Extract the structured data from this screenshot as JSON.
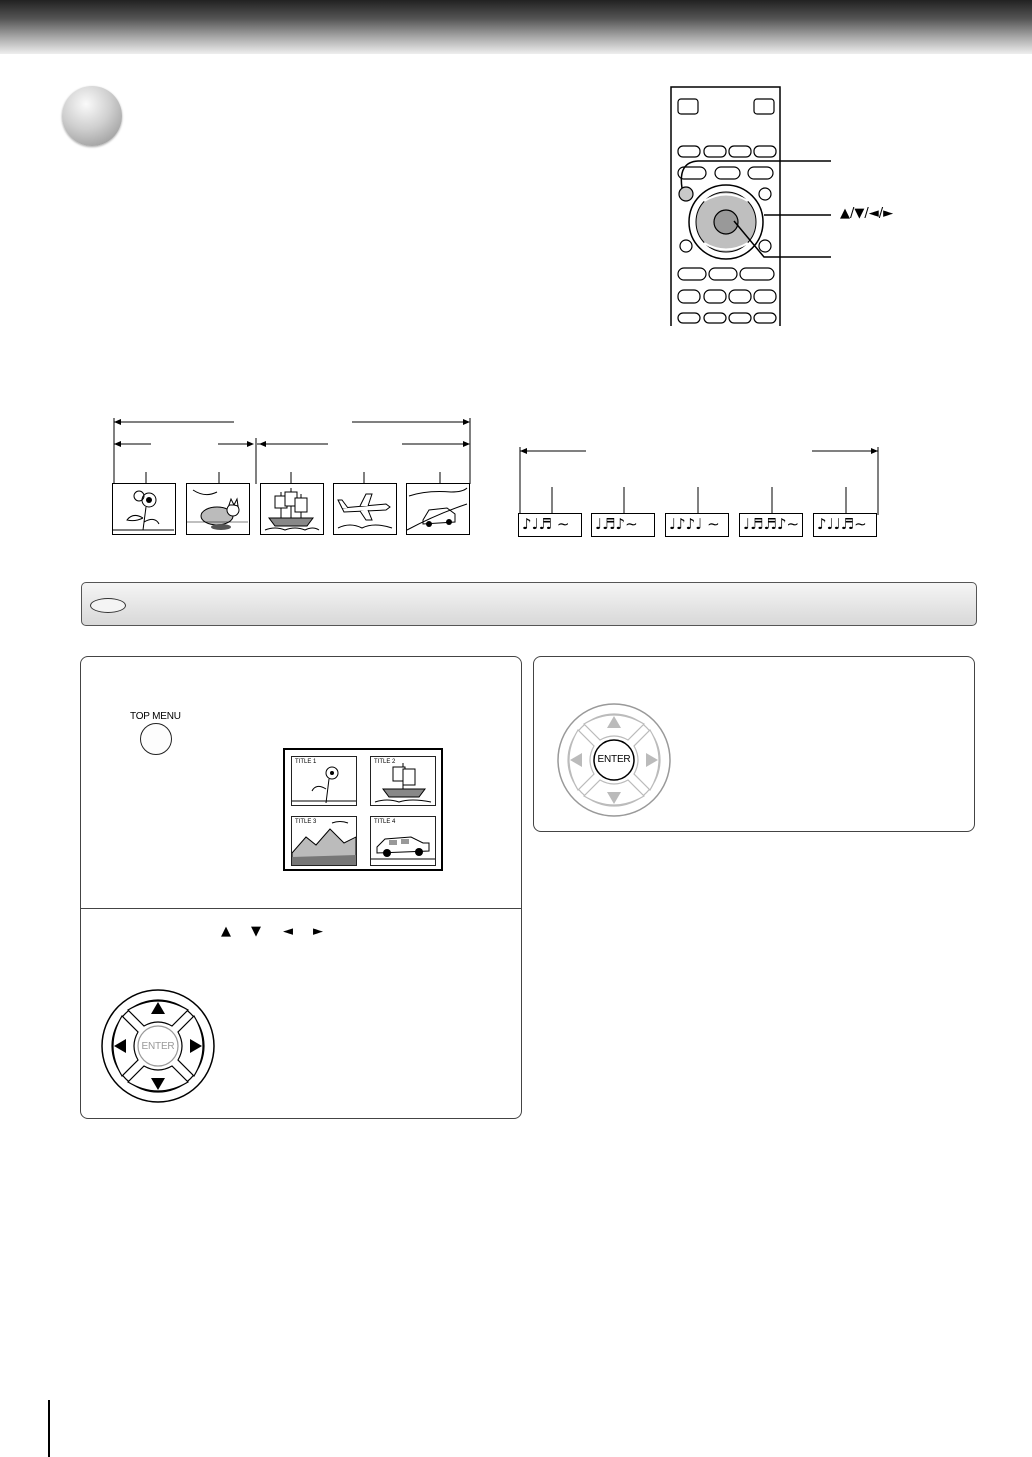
{
  "header": {},
  "remote": {
    "arrow_label": "▲/▼/◄/►"
  },
  "step_bar": {},
  "step1": {
    "button_label": "TOP MENU",
    "screen_titles": [
      "TITLE 1",
      "TITLE 2",
      "TITLE 3",
      "TITLE 4"
    ]
  },
  "step2": {
    "arrow_up": "▲",
    "arrow_down": "▼",
    "arrow_left": "◄",
    "arrow_right": "►",
    "dpad_center": "ENTER"
  },
  "step3": {
    "dpad_center": "ENTER"
  },
  "music_tracks": [
    "♪♩♬ ∼",
    "♩♬♪∼",
    "♩♪♪♩ ∼",
    "♩♬♬♪∼",
    "♪♩♩♬∼"
  ],
  "icons": [
    "section-ball-icon",
    "remote-control-icon",
    "sunflower-icon",
    "cat-icon",
    "ship-icon",
    "airplane-icon",
    "car-icon",
    "mountain-icon",
    "dpad-icon"
  ]
}
